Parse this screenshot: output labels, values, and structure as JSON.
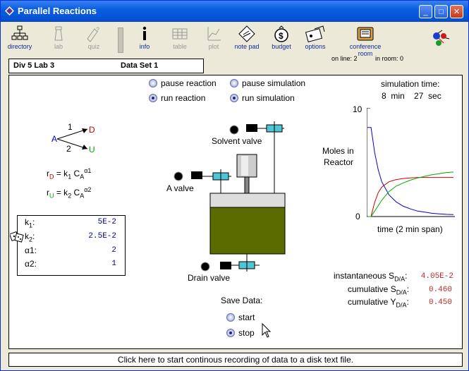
{
  "window": {
    "title": "Parallel Reactions"
  },
  "toolbar": {
    "items": [
      {
        "label": "directory",
        "icon": "directory-icon",
        "enabled": true
      },
      {
        "label": "lab",
        "icon": "lab-icon",
        "enabled": false
      },
      {
        "label": "quiz",
        "icon": "quiz-icon",
        "enabled": false
      },
      {
        "label": "info",
        "icon": "info-icon",
        "enabled": true
      },
      {
        "label": "table",
        "icon": "table-icon",
        "enabled": false
      },
      {
        "label": "plot",
        "icon": "plot-icon",
        "enabled": false
      },
      {
        "label": "note pad",
        "icon": "notepad-icon",
        "enabled": true
      },
      {
        "label": "budget",
        "icon": "budget-icon",
        "enabled": true
      },
      {
        "label": "options",
        "icon": "options-icon",
        "enabled": true
      },
      {
        "label": "conference room",
        "icon": "conference-room-icon",
        "enabled": true
      }
    ]
  },
  "status": {
    "online": "on line: 2",
    "inroom": "in room: 0"
  },
  "infobar": {
    "lab": "Div 5 Lab 3",
    "dataset": "Data Set 1"
  },
  "controls": {
    "pause_reaction": "pause reaction",
    "run_reaction": "run reaction",
    "pause_simulation": "pause simulation",
    "run_simulation": "run simulation",
    "reaction_state": "run",
    "simulation_state": "run"
  },
  "sim_time": {
    "label": "simulation time:",
    "value": "8  min    27  sec"
  },
  "scheme": {
    "reactant": "A",
    "product1": "D",
    "product2": "U",
    "path1": "1",
    "path2": "2",
    "rate_D_lhs": "r",
    "rate_D_sub": "D",
    "rate_D_rhs": " = k",
    "rate_U_lhs": "r",
    "rate_U_sub": "U",
    "k1_sub": "1",
    "k2_sub": "2",
    "conc": "C",
    "conc_sub": "A",
    "alpha1": "α1",
    "alpha2": "α2"
  },
  "params": {
    "rows": [
      {
        "label": "k",
        "sub": "1",
        "suffix": ":",
        "value": "5E-2"
      },
      {
        "label": "k",
        "sub": "2",
        "suffix": ":",
        "value": "2.5E-2"
      },
      {
        "label": "α1",
        "sub": "",
        "suffix": ":",
        "value": "2"
      },
      {
        "label": "α2",
        "sub": "",
        "suffix": ":",
        "value": "1"
      }
    ]
  },
  "valves": {
    "solvent": "Solvent valve",
    "a": "A valve",
    "drain": "Drain valve"
  },
  "plot": {
    "ylabel_line1": "Moles in",
    "ylabel_line2": "Reactor",
    "ymax_label": "10",
    "ymin_label": "0",
    "xlabel": "time (2 min span)"
  },
  "chart_data": {
    "type": "line",
    "title": "",
    "xlabel": "time (2 min span)",
    "ylabel": "Moles in Reactor",
    "ylim": [
      0,
      10
    ],
    "x": [
      0,
      5,
      10,
      15,
      20,
      30,
      40,
      50,
      60,
      70,
      80,
      90,
      100,
      110,
      120
    ],
    "series": [
      {
        "color": "#0000cc",
        "values": [
          8.2,
          8.2,
          5.9,
          4.3,
          3.2,
          2.0,
          1.35,
          0.95,
          0.7,
          0.5,
          0.4,
          0.3,
          0.25,
          0.2,
          0.18
        ]
      },
      {
        "color": "#cc0000",
        "values": [
          0,
          0,
          1.3,
          2.2,
          2.7,
          3.2,
          3.4,
          3.5,
          3.55,
          3.6,
          3.6,
          3.6,
          3.6,
          3.6,
          3.6
        ]
      },
      {
        "color": "#00aa00",
        "values": [
          0,
          0,
          0.5,
          1.0,
          1.5,
          2.3,
          2.8,
          3.1,
          3.35,
          3.55,
          3.7,
          3.85,
          3.95,
          4.05,
          4.1
        ]
      }
    ]
  },
  "save": {
    "label": "Save Data:",
    "start": "start",
    "stop": "stop",
    "state": "stop"
  },
  "selectivity": {
    "inst_label": "instantaneous S",
    "inst_sub": "D/A",
    "inst_value": "4.05E-2",
    "cumS_label": "cumulative S",
    "cumS_sub": "D/A",
    "cumS_value": "0.460",
    "cumY_label": "cumulative Y",
    "cumY_sub": "D/A",
    "cumY_value": "0.450"
  },
  "bottom_bar": {
    "text": "Click here to start continous recording of data to a disk text file."
  },
  "colors": {
    "liquid": "#5b6b00",
    "valve": "#4fc4d4",
    "blue": "#0000cc",
    "red": "#cc0000",
    "green": "#00aa00"
  }
}
